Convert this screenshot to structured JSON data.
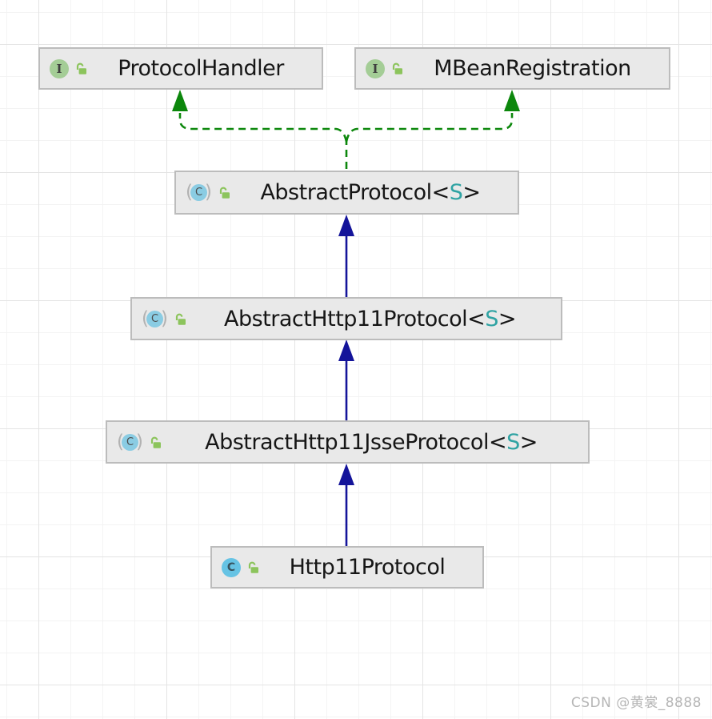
{
  "diagram_type": "uml-class-hierarchy",
  "nodes": [
    {
      "id": "protocol-handler",
      "name": "ProtocolHandler",
      "kind": "interface",
      "icon_letter": "I",
      "visibility": "public"
    },
    {
      "id": "mbean-registration",
      "name": "MBeanRegistration",
      "kind": "interface",
      "icon_letter": "I",
      "visibility": "public"
    },
    {
      "id": "abstract-protocol",
      "name": "AbstractProtocol",
      "generic_open": "<",
      "generic_param": "S",
      "generic_close": ">",
      "kind": "abstract-class",
      "icon_letter": "C",
      "visibility": "public"
    },
    {
      "id": "abstract-http11-protocol",
      "name": "AbstractHttp11Protocol",
      "generic_open": "<",
      "generic_param": "S",
      "generic_close": ">",
      "kind": "abstract-class",
      "icon_letter": "C",
      "visibility": "public"
    },
    {
      "id": "abstract-http11-jsse-protocol",
      "name": "AbstractHttp11JsseProtocol",
      "generic_open": "<",
      "generic_param": "S",
      "generic_close": ">",
      "kind": "abstract-class",
      "icon_letter": "C",
      "visibility": "public"
    },
    {
      "id": "http11-protocol",
      "name": "Http11Protocol",
      "kind": "class",
      "icon_letter": "C",
      "visibility": "public"
    }
  ],
  "edges": [
    {
      "from": "AbstractProtocol<S>",
      "to": "ProtocolHandler",
      "type": "implements",
      "style": "dashed",
      "color": "#0c870c"
    },
    {
      "from": "AbstractProtocol<S>",
      "to": "MBeanRegistration",
      "type": "implements",
      "style": "dashed",
      "color": "#0c870c"
    },
    {
      "from": "AbstractHttp11Protocol<S>",
      "to": "AbstractProtocol<S>",
      "type": "extends",
      "style": "solid",
      "color": "#14149a"
    },
    {
      "from": "AbstractHttp11JsseProtocol<S>",
      "to": "AbstractHttp11Protocol<S>",
      "type": "extends",
      "style": "solid",
      "color": "#14149a"
    },
    {
      "from": "Http11Protocol",
      "to": "AbstractHttp11JsseProtocol<S>",
      "type": "extends",
      "style": "solid",
      "color": "#14149a"
    }
  ],
  "colors": {
    "implements_arrow": "#0c870c",
    "extends_arrow": "#14149a",
    "generic_param": "#2fa3a3",
    "interface_icon": "#a4cd96",
    "class_icon": "#66c3e4",
    "abstract_class_icon": "#8acce3",
    "lock_icon": "#8cc45c",
    "node_fill": "#e9e9e9",
    "node_border": "#bcbcbc"
  },
  "watermark": {
    "text": "CSDN @黄裳_8888"
  }
}
